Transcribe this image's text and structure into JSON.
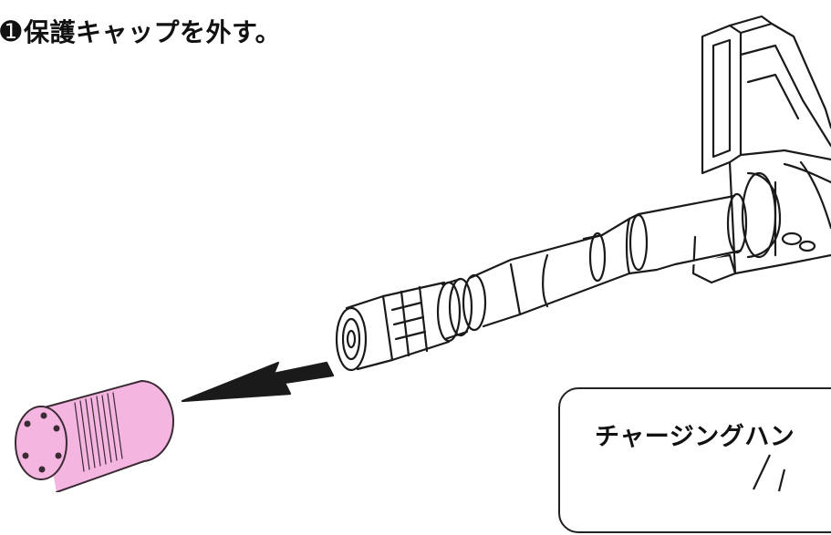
{
  "step": {
    "number": "➊",
    "title": "保護キャップを外す。"
  },
  "callout": {
    "label": "チャージングハン"
  },
  "colors": {
    "cap_fill": "#f4b5e0",
    "cap_stroke": "#3a2a33",
    "line": "#1a1a1a",
    "arrow": "#1a1a1a"
  },
  "icons": {
    "protective_cap": "pink-cylinder-cap",
    "removal_arrow": "arrow-left-down",
    "barrel": "rifle-barrel-with-front-sight"
  }
}
